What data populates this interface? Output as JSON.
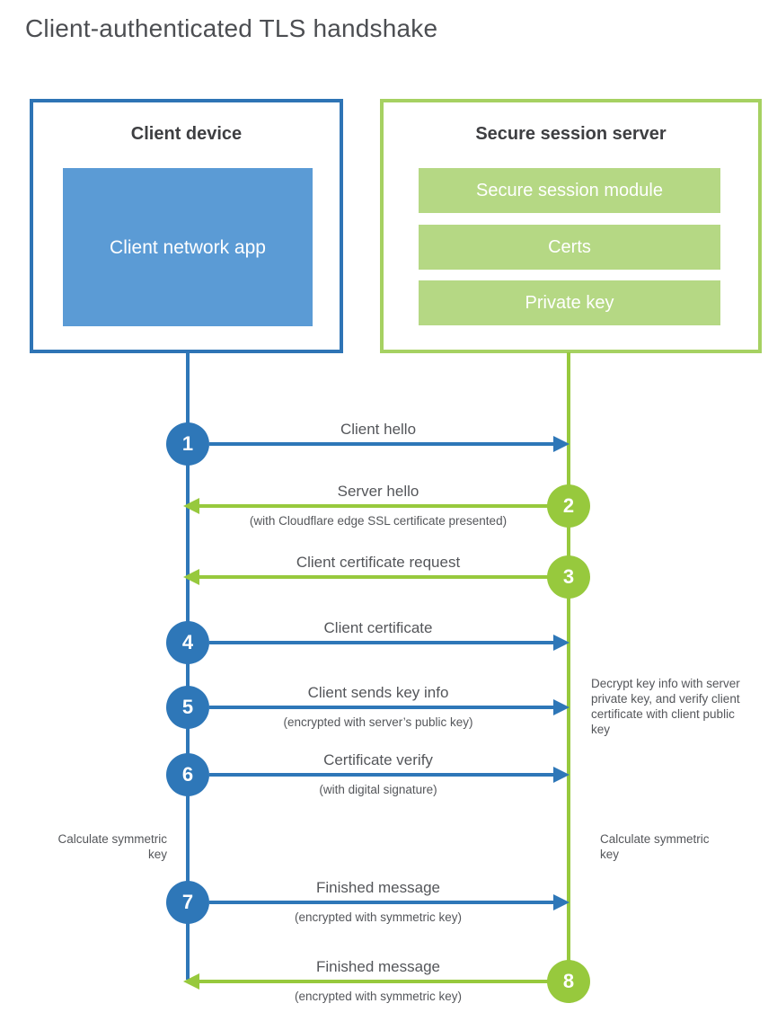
{
  "title": "Client-authenticated TLS handshake",
  "client": {
    "title": "Client device",
    "app_label": "Client network app"
  },
  "server": {
    "title": "Secure session server",
    "modules": [
      "Secure session module",
      "Certs",
      "Private key"
    ]
  },
  "messages": [
    {
      "step": "1",
      "direction": "client-to-server",
      "label": "Client hello"
    },
    {
      "step": "2",
      "direction": "server-to-client",
      "label": "Server hello",
      "note": "(with Cloudflare edge SSL certificate presented)"
    },
    {
      "step": "3",
      "direction": "server-to-client",
      "label": "Client certificate request"
    },
    {
      "step": "4",
      "direction": "client-to-server",
      "label": "Client certificate"
    },
    {
      "step": "5",
      "direction": "client-to-server",
      "label": "Client sends key info",
      "note": "(encrypted with server’s public key)"
    },
    {
      "step": "6",
      "direction": "client-to-server",
      "label": "Certificate verify",
      "note": "(with digital signature)"
    },
    {
      "step": "7",
      "direction": "client-to-server",
      "label": "Finished message",
      "note": "(encrypted with symmetric key)"
    },
    {
      "step": "8",
      "direction": "server-to-client",
      "label": "Finished message",
      "note": "(encrypted with symmetric key)"
    }
  ],
  "annotations": {
    "calculate_client": "Calculate symmetric key",
    "calculate_server": "Calculate symmetric key",
    "decrypt_note": "Decrypt key info with server private key, and verify client certificate with client public key"
  },
  "colors": {
    "client_blue": "#2e77b8",
    "client_blue_fill": "#5b9bd5",
    "server_green": "#97c93d",
    "server_green_fill": "#b5d884",
    "server_green_border": "#a6d162",
    "heading_text": "#3e3f42",
    "label_text": "#54565a",
    "title_text": "#4c4e52"
  }
}
